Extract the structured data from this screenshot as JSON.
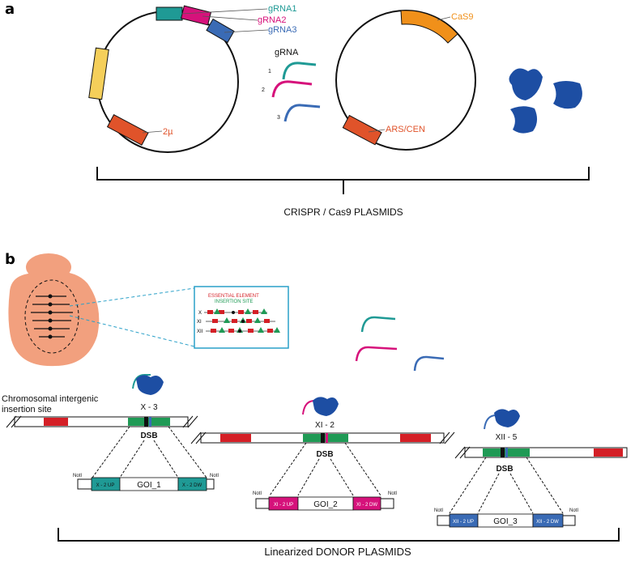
{
  "panel_a": {
    "letter": "a",
    "plasmid1": {
      "grna1": "gRNA1",
      "grna2": "gRNA2",
      "grna3": "gRNA3",
      "ori": "2µ"
    },
    "plasmid2": {
      "cas9": "CaS9",
      "ars": "ARS/CEN"
    },
    "grna_group": {
      "title": "gRNA",
      "n1": "1",
      "n2": "2",
      "n3": "3"
    },
    "caption": "CRISPR / Cas9 PLASMIDS"
  },
  "panel_b": {
    "letter": "b",
    "inset": {
      "essential": "ESSENTIAL ELEMENT",
      "insertion": "INSERTION SITE",
      "chr_x": "X",
      "chr_xi": "XI",
      "chr_xii": "XII"
    },
    "site_label": "Chromosomal intergenic\ninsertion site",
    "sites": [
      {
        "name": "X - 3",
        "dsb": "DSB",
        "notl_left": "NotI",
        "notl_right": "NotI",
        "up": "X - 2 UP",
        "goi": "GOI_1",
        "dw": "X - 2 DW"
      },
      {
        "name": "XI - 2",
        "dsb": "DSB",
        "notl_left": "NotI",
        "notl_right": "NotI",
        "up": "XI - 2 UP",
        "goi": "GOI_2",
        "dw": "XI - 2 DW"
      },
      {
        "name": "XII - 5",
        "dsb": "DSB",
        "notl_left": "NotI",
        "notl_right": "NotI",
        "up": "XII - 2 UP",
        "goi": "GOI_3",
        "dw": "XII - 2 DW"
      }
    ],
    "caption": "Linearized DONOR PLASMIDS"
  },
  "colors": {
    "grna1": "#1f9a95",
    "grna2": "#d6127b",
    "grna3": "#3a6bb5",
    "cas9": "#f0901a",
    "ori": "#e0532a",
    "yellow": "#f5cf5a",
    "cas_protein": "#1d4ea3",
    "cell": "#f2a07e",
    "red": "#d41f26",
    "green": "#1f9a55",
    "teal": "#1f9a95",
    "magenta": "#d6127b",
    "blue": "#3a6bb5"
  }
}
